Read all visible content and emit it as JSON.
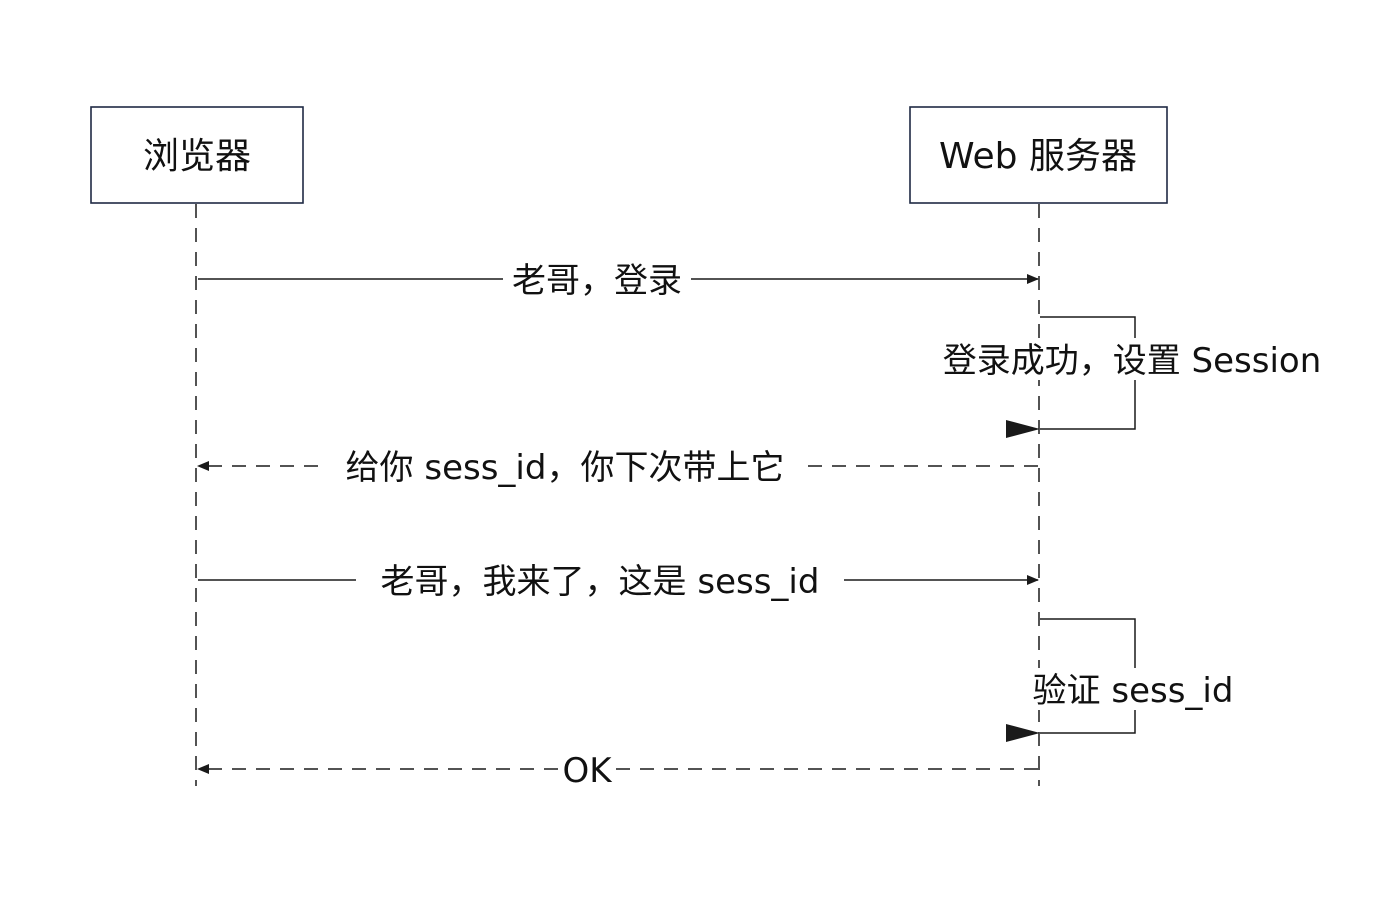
{
  "participants": {
    "browser": "浏览器",
    "server": "Web 服务器"
  },
  "messages": {
    "login": "老哥，登录",
    "login_success": "登录成功，设置 Session",
    "give_sess_id": "给你 sess_id，你下次带上它",
    "come_with_sess_id": "老哥，我来了，这是 sess_id",
    "verify": "验证 sess_id",
    "ok": "OK"
  },
  "colors": {
    "box_border": "#1f2a44",
    "line": "#1a1a1a",
    "text": "#111111"
  }
}
